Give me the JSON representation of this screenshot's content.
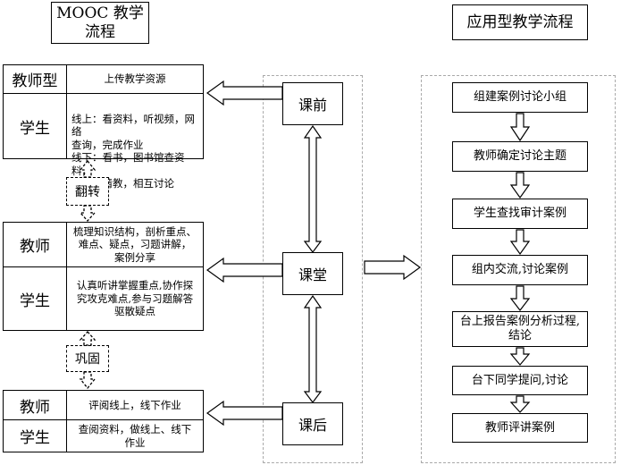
{
  "titles": {
    "mooc": "MOOC 教学\n流程",
    "applied": "应用型教学流程"
  },
  "phases": {
    "pre": "课前",
    "in": "课堂",
    "post": "课后"
  },
  "left": {
    "pre": {
      "teacher_label": "教师型",
      "teacher_text": "上传教学资源",
      "student_label": "学生",
      "student_text": "线上：看资料，听视频，网络\n查询，完成作业\n线下：看书，图书馆查资料，\n向他人请教，相互讨论"
    },
    "flip_tag": "翻转",
    "in": {
      "teacher_label": "教师",
      "teacher_text": "梳理知识结构，剖析重点、\n难点、疑点，习题讲解，\n案例分享",
      "student_label": "学生",
      "student_text": "认真听讲掌握重点,协作探\n究攻克难点,参与习题解答\n驱散疑点"
    },
    "consolidate_tag": "巩固",
    "post": {
      "teacher_label": "教师",
      "teacher_text": "评阅线上，线下作业",
      "student_label": "学生",
      "student_text": "查阅资料，做线上、线下\n作业"
    }
  },
  "applied_steps": [
    "组建案例讨论小组",
    "教师确定讨论主题",
    "学生查找审计案例",
    "组内交流,讨论案例",
    "台上报告案例分析过程,\n结论",
    "台下同学提问,讨论",
    "教师评讲案例"
  ]
}
